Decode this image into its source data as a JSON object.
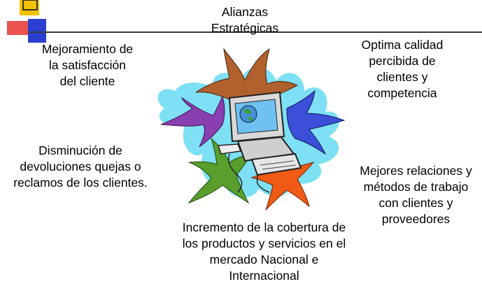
{
  "slide": {
    "title_lines": [
      "Alianzas",
      "Estratégicas"
    ]
  },
  "benefits": {
    "top_left": [
      "Mejoramiento de",
      "la satisfacción",
      "del cliente"
    ],
    "top_right": [
      "Optima calidad",
      "percibida de",
      "clientes y",
      "competencia"
    ],
    "middle_left": [
      "Disminución de",
      "devoluciones quejas o",
      "reclamos de los clientes."
    ],
    "middle_right": [
      "Mejores relaciones y",
      "métodos de trabajo",
      "con clientes y",
      "proveedores"
    ],
    "bottom": [
      "Incremento de la cobertura de",
      "los productos y servicios en el",
      "mercado Nacional e",
      "Internacional"
    ]
  },
  "colors": {
    "accent_yellow": "#f2c200",
    "accent_red": "#e8342e",
    "accent_blue": "#2b3fd0",
    "rule_line": "#3a3a3a",
    "cyan_splash": "#7ee0f4",
    "star_brown": "#b0612e",
    "star_blue": "#3c4fd8",
    "star_purple": "#8a3fb0",
    "star_green": "#5a9f2e",
    "star_orange": "#f05a14"
  },
  "icons": [
    "computer-icon",
    "globe-icon",
    "star-splash-icon"
  ]
}
